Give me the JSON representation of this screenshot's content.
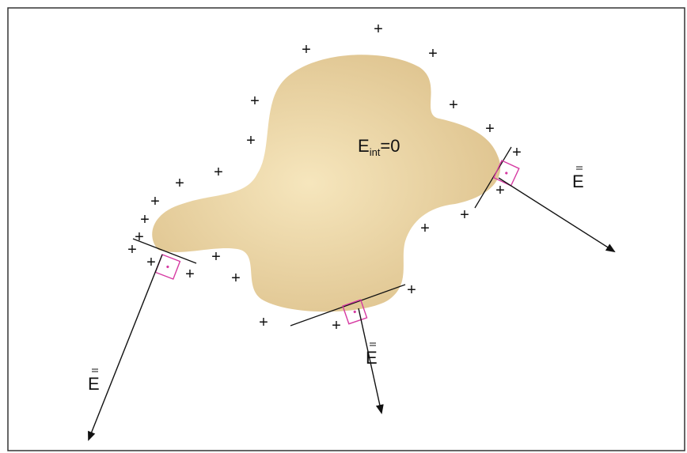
{
  "diagram": {
    "interior_field": {
      "symbol": "E",
      "subscript": "int",
      "value": "=0"
    },
    "field_vector_label": "E",
    "charge_symbol": "+",
    "colors": {
      "conductor_center": "#f6e6bd",
      "conductor_edge": "#dcc08a",
      "right_angle_marker": "#d63aa2",
      "border": "#333333",
      "ink": "#111111"
    }
  }
}
